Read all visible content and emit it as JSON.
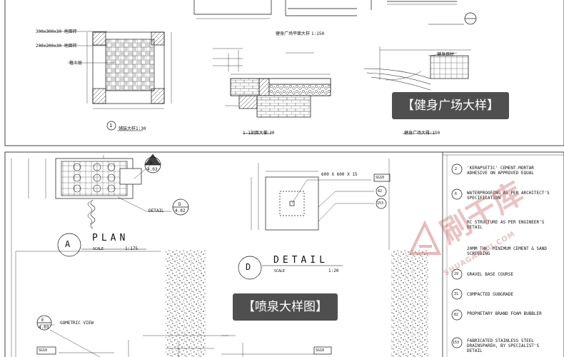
{
  "top_sheet": {
    "left_plan_notes": [
      "300x300x30 地面砖",
      "200x200x30 地面砖",
      "植土层"
    ],
    "left_plan_title": "铺装大样",
    "left_plan_scale": "1:30",
    "left_plan_number": "1",
    "center_plan_title": "健身广场平面大样",
    "center_plan_scale": "1:150",
    "section_title": "1-1剖面大样",
    "section_scale": "1:30",
    "right_plan_title": "健身广场大样",
    "right_plan_scale": "1:150",
    "right_plan_note": "健身器材",
    "label_panel": "【健身广场大样】"
  },
  "bottom_sheet": {
    "plan_mark": "A",
    "plan_title": "PLAN",
    "plan_scale_label": "SCALE",
    "plan_scale": "1:175",
    "detail_mark": "D",
    "detail_title": "DETAIL",
    "detail_scale_label": "SCALE",
    "detail_scale": "1:20",
    "callout_b": {
      "top": "B",
      "bottom": "4.03"
    },
    "callout_d": {
      "top": "D",
      "bottom": "4.02"
    },
    "callout_e": {
      "top": "E",
      "bottom": "4.03"
    },
    "detail_callout_label": "DETAIL",
    "gometric_view": "GOMETRIC VIEW",
    "dim_detail": "600 X 600 X 15",
    "tag_sg": "SG10",
    "tag_82": "82",
    "tag_153": "153",
    "label_panel": "【喷泉大样图】"
  },
  "legend": [
    {
      "num": "2",
      "text": "'KERAPSETIC' CEMENT-MORTAR ADHESIVE ON APPROVED EQUAL"
    },
    {
      "num": "6",
      "text": "WATERPROOFING AS PER ARCHITECT'S SPECIFICATION"
    },
    {
      "num": "",
      "text": "RC STRUCTURE AS PER ENGINEER'S DETAIL"
    },
    {
      "num": "",
      "text": "20MM THK. MINIMUM CEMENT & SAND SCREEDING"
    },
    {
      "num": "29",
      "text": "GRAVEL BASE COURSE"
    },
    {
      "num": "31",
      "text": "COMPACTED SUBGRADE"
    },
    {
      "num": "82",
      "text": "PROPHETARY BRAND FOAM BUBBLER"
    },
    {
      "num": "153",
      "text": "FABRICATED STAINLESS STEEL DRAINSPAREH, BY SPECIALIST'S DETAIL"
    }
  ],
  "watermark": {
    "cn": "刷干库",
    "url": "SHUAGANKU.COM"
  }
}
